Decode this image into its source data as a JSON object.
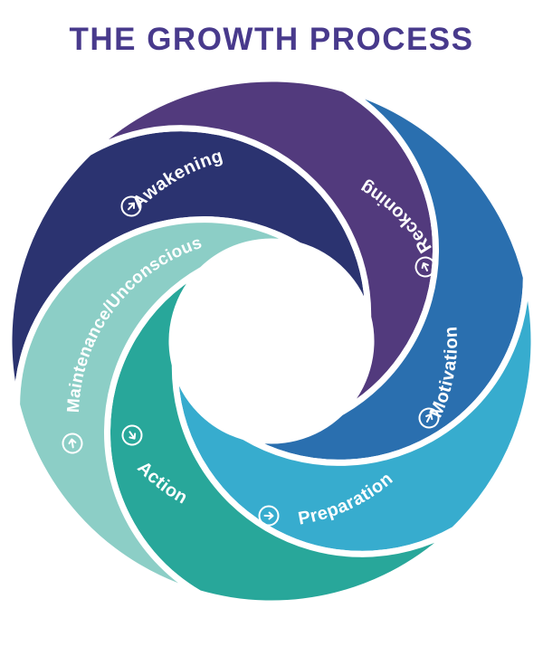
{
  "title": "THE GROWTH PROCESS",
  "colors": {
    "background": "#FFFFFF",
    "title_text": "#483A8C",
    "separator": "#FFFFFF"
  },
  "diagram": {
    "type": "cycle-swirl",
    "stages": [
      {
        "label": "Awakening",
        "color": "#2B3370",
        "icon": "circled-arrow"
      },
      {
        "label": "Reckoning",
        "color": "#523A7D",
        "icon": "circled-arrow"
      },
      {
        "label": "Motivation",
        "color": "#2A6FAF",
        "icon": "circled-arrow"
      },
      {
        "label": "Preparation",
        "color": "#37ACCE",
        "icon": "circled-arrow"
      },
      {
        "label": "Action",
        "color": "#28A79A",
        "icon": "circled-arrow"
      },
      {
        "label": "Maintenance/Unconscious",
        "color": "#8CCEC6",
        "icon": "circled-arrow"
      }
    ]
  }
}
